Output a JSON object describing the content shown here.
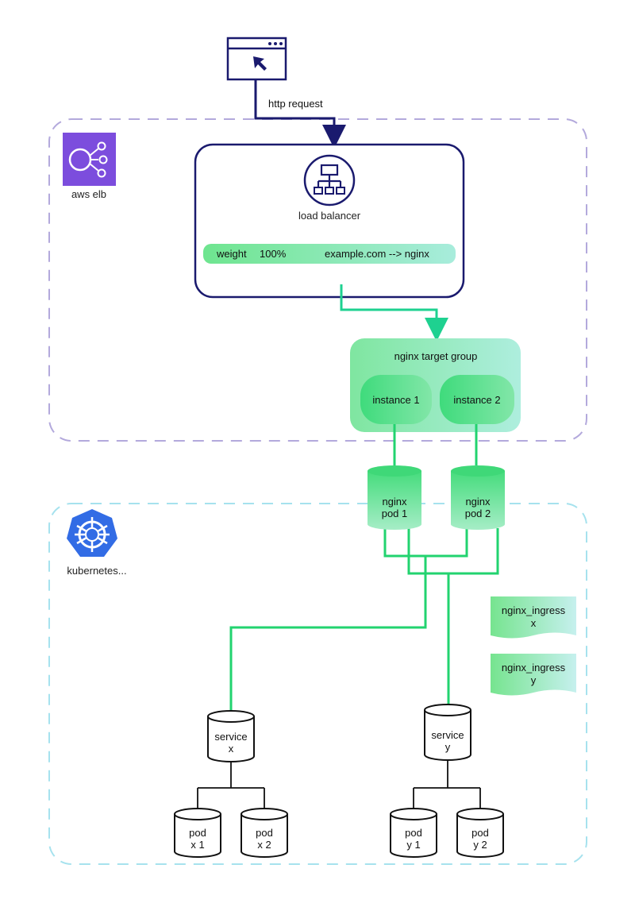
{
  "browser": {
    "icon": "browser-window-cursor-icon"
  },
  "request": {
    "label": "http request"
  },
  "aws": {
    "label": "aws elb",
    "icon": "aws-elb-icon",
    "color": "#7c4ddd"
  },
  "load_balancer": {
    "label": "load balancer",
    "icon": "load-balancer-network-icon",
    "rule": {
      "weight_label": "weight",
      "weight_value": "100%",
      "route": "example.com --> nginx"
    }
  },
  "target_group": {
    "label": "nginx target group",
    "instances": [
      {
        "label": "instance 1"
      },
      {
        "label": "instance 2"
      }
    ]
  },
  "nginx_pods": [
    {
      "line1": "nginx",
      "line2": "pod 1"
    },
    {
      "line1": "nginx",
      "line2": "pod 2"
    }
  ],
  "kubernetes": {
    "label": "kubernetes...",
    "icon": "kubernetes-helm-icon",
    "color": "#326ce5"
  },
  "ingress_docs": [
    {
      "line1": "nginx_ingress",
      "line2": "x"
    },
    {
      "line1": "nginx_ingress",
      "line2": "y"
    }
  ],
  "services": [
    {
      "line1": "service",
      "line2": "x",
      "pods": [
        {
          "line1": "pod",
          "line2": "x 1"
        },
        {
          "line1": "pod",
          "line2": "x 2"
        }
      ]
    },
    {
      "line1": "service",
      "line2": "y",
      "pods": [
        {
          "line1": "pod",
          "line2": "y 1"
        },
        {
          "line1": "pod",
          "line2": "y 2"
        }
      ]
    }
  ],
  "colors": {
    "navy": "#1a1a6e",
    "green": "#22d36f",
    "aws_border": "#b3a9dc",
    "k8s_border": "#a6e2ee"
  }
}
